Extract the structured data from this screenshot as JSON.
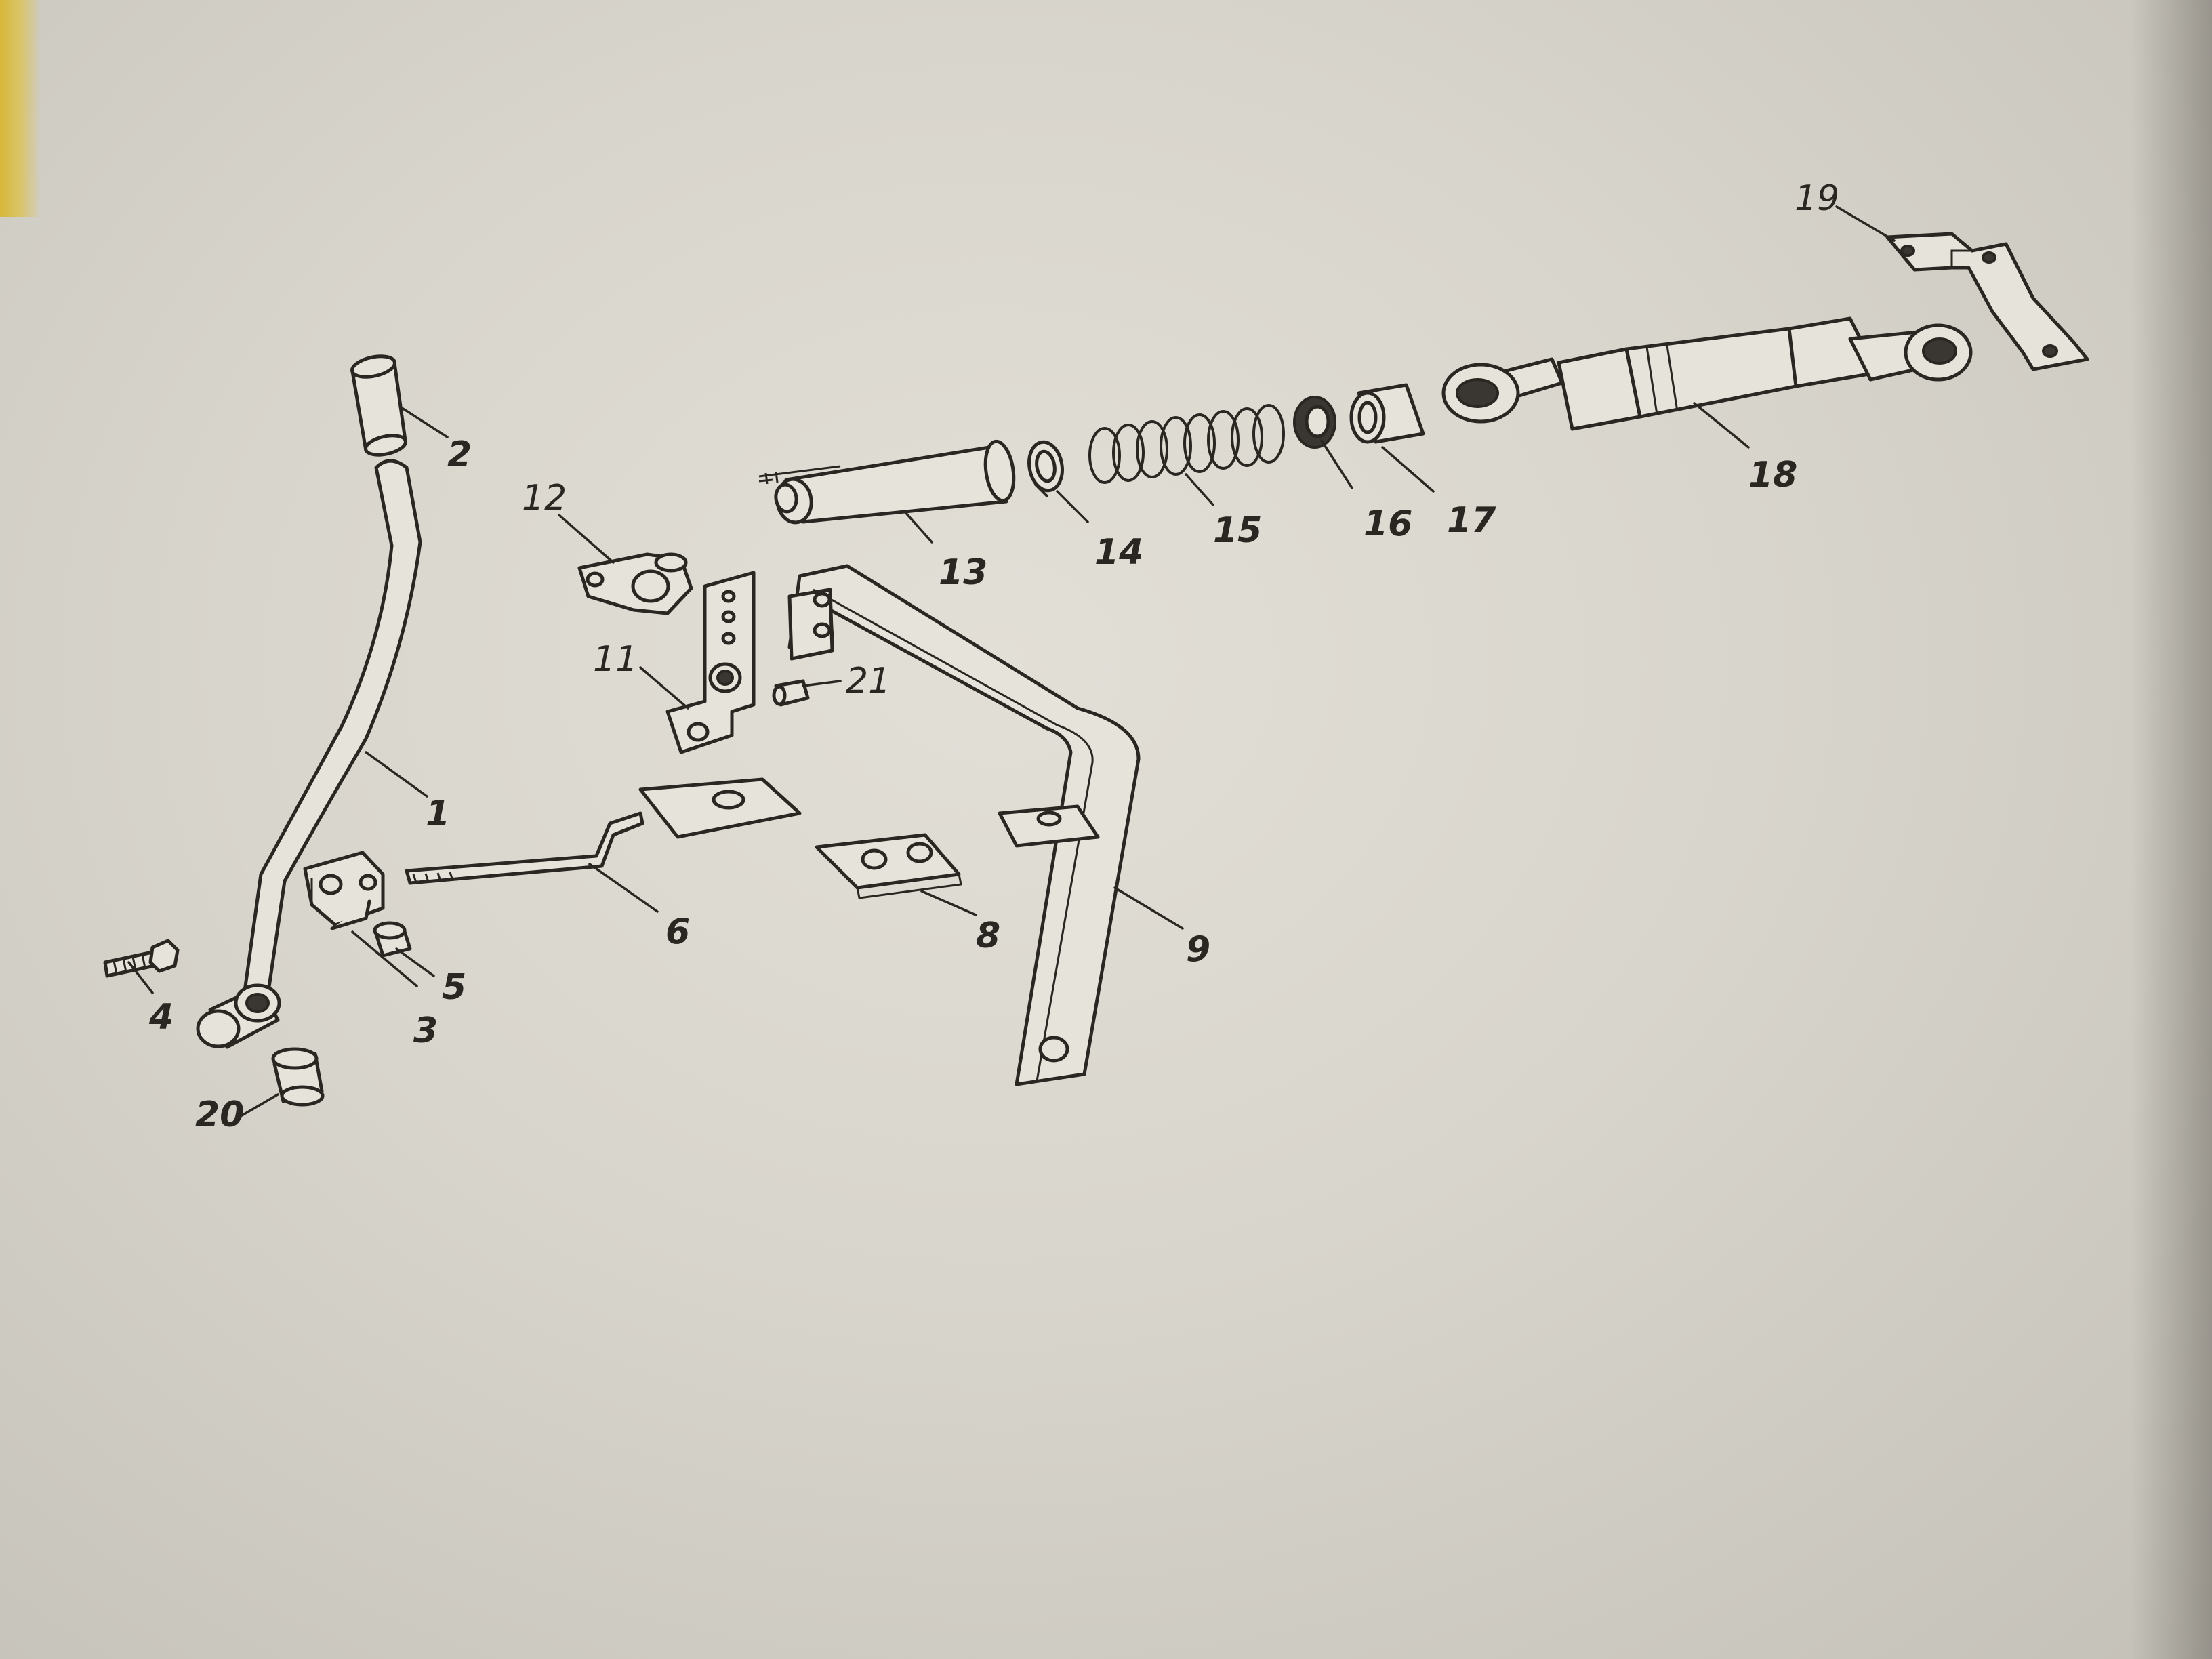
{
  "callouts": [
    "1",
    "2",
    "3",
    "4",
    "5",
    "6",
    "8",
    "9",
    "11",
    "12",
    "13",
    "14",
    "15",
    "16",
    "17",
    "18",
    "19",
    "20",
    "21"
  ]
}
